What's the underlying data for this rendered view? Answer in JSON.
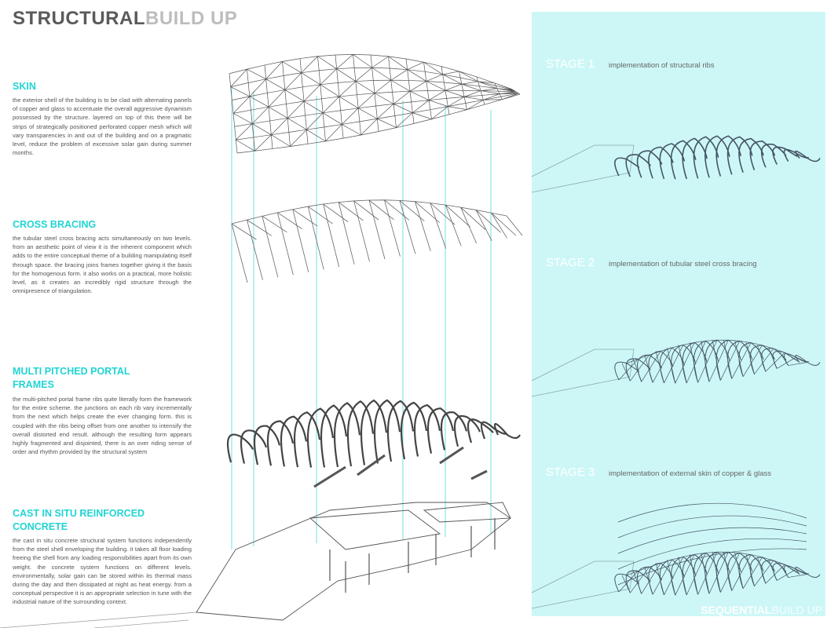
{
  "title": {
    "bold": "STRUCTURAL",
    "light": "BUILD UP"
  },
  "sections": [
    {
      "heading": "SKIN",
      "body": "the exterior shell of the building is to be clad with alternating panels of copper and glass to accentuate the overall aggressive dynamism possessed by the structure. layered on top of this there will be strips of strategically positioned perforated copper mesh which will vary transparencies in and out of the building and on a pragmatic level, reduce the problem of excessive solar gain during summer months."
    },
    {
      "heading": "CROSS BRACING",
      "body": "the tubular steel cross bracing acts simultaneously on two levels. from an aesthetic point of view it is the inherent component which adds to the entire conceptual theme of a building manipulating itself through space. the bracing joins frames together giving it the basis for the homogenous form. it also works on a practical, more holistic level, as it creates an incredibly rigid structure through the omnipresence of triangulation."
    },
    {
      "heading": "MULTI PITCHED PORTAL FRAMES",
      "body": "the multi-pitched portal frame ribs quite literally form the framework for the entire scheme. the junctions on each rib vary incrementally from the next which helps create the ever changing form. this is coupled with the ribs being offset from one another to intensify the overall distorted end result. although the resulting form appears highly fragmented and disjointed, there is an over riding sense of order and rhythm provided by the structural system"
    },
    {
      "heading": "CAST IN SITU REINFORCED CONCRETE",
      "body": "the cast in situ concrete structural system functions independently from the steel shell enveloping the building. it takes all floor loading freeing the shell from any loading responsibilities apart from its own weight. the concrete system functions on different levels. environmentally, solar gain can be stored within its thermal mass during the day and then dissipated at night as heat energy. from a conceptual perspective it is an appropriate selection in tune with the industrial nature of the surrounding context."
    }
  ],
  "stages": [
    {
      "label": "STAGE 1",
      "desc": "implementation of structural ribs"
    },
    {
      "label": "STAGE 2",
      "desc": "implementation of tubular steel cross bracing"
    },
    {
      "label": "STAGE 3",
      "desc": "implementation of external skin of copper & glass"
    }
  ],
  "panel_footer": {
    "bold": "SEQUENTIAL",
    "light": "BUILD UP"
  },
  "colors": {
    "accent": "#22d4d4",
    "panel": "#cdf7f7",
    "text": "#555555"
  }
}
